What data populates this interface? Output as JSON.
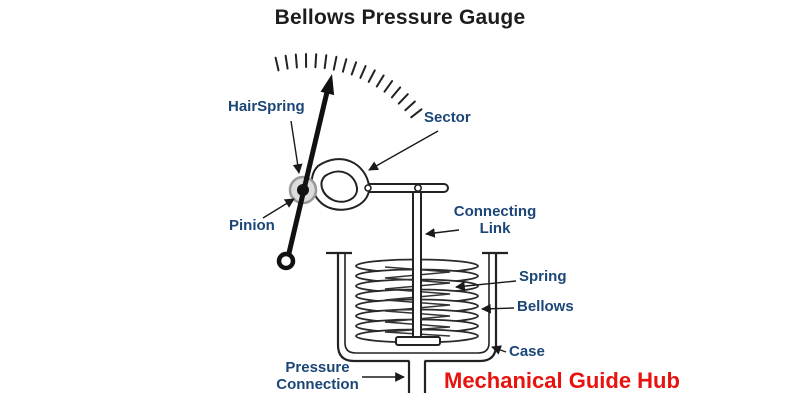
{
  "title": "Bellows Pressure Gauge",
  "watermark": "Mechanical Guide Hub",
  "labels": {
    "hairspring": "HairSpring",
    "sector": "Sector",
    "pinion": "Pinion",
    "connecting_link": "Connecting Link",
    "spring": "Spring",
    "bellows": "Bellows",
    "case": "Case",
    "pressure_connection": "Pressure Connection"
  },
  "scale": {
    "tick_count": 17
  },
  "colors": {
    "label": "#1b4677",
    "title": "#1d1d1f",
    "watermark": "#e8120e",
    "line": "#1a1a1a"
  }
}
